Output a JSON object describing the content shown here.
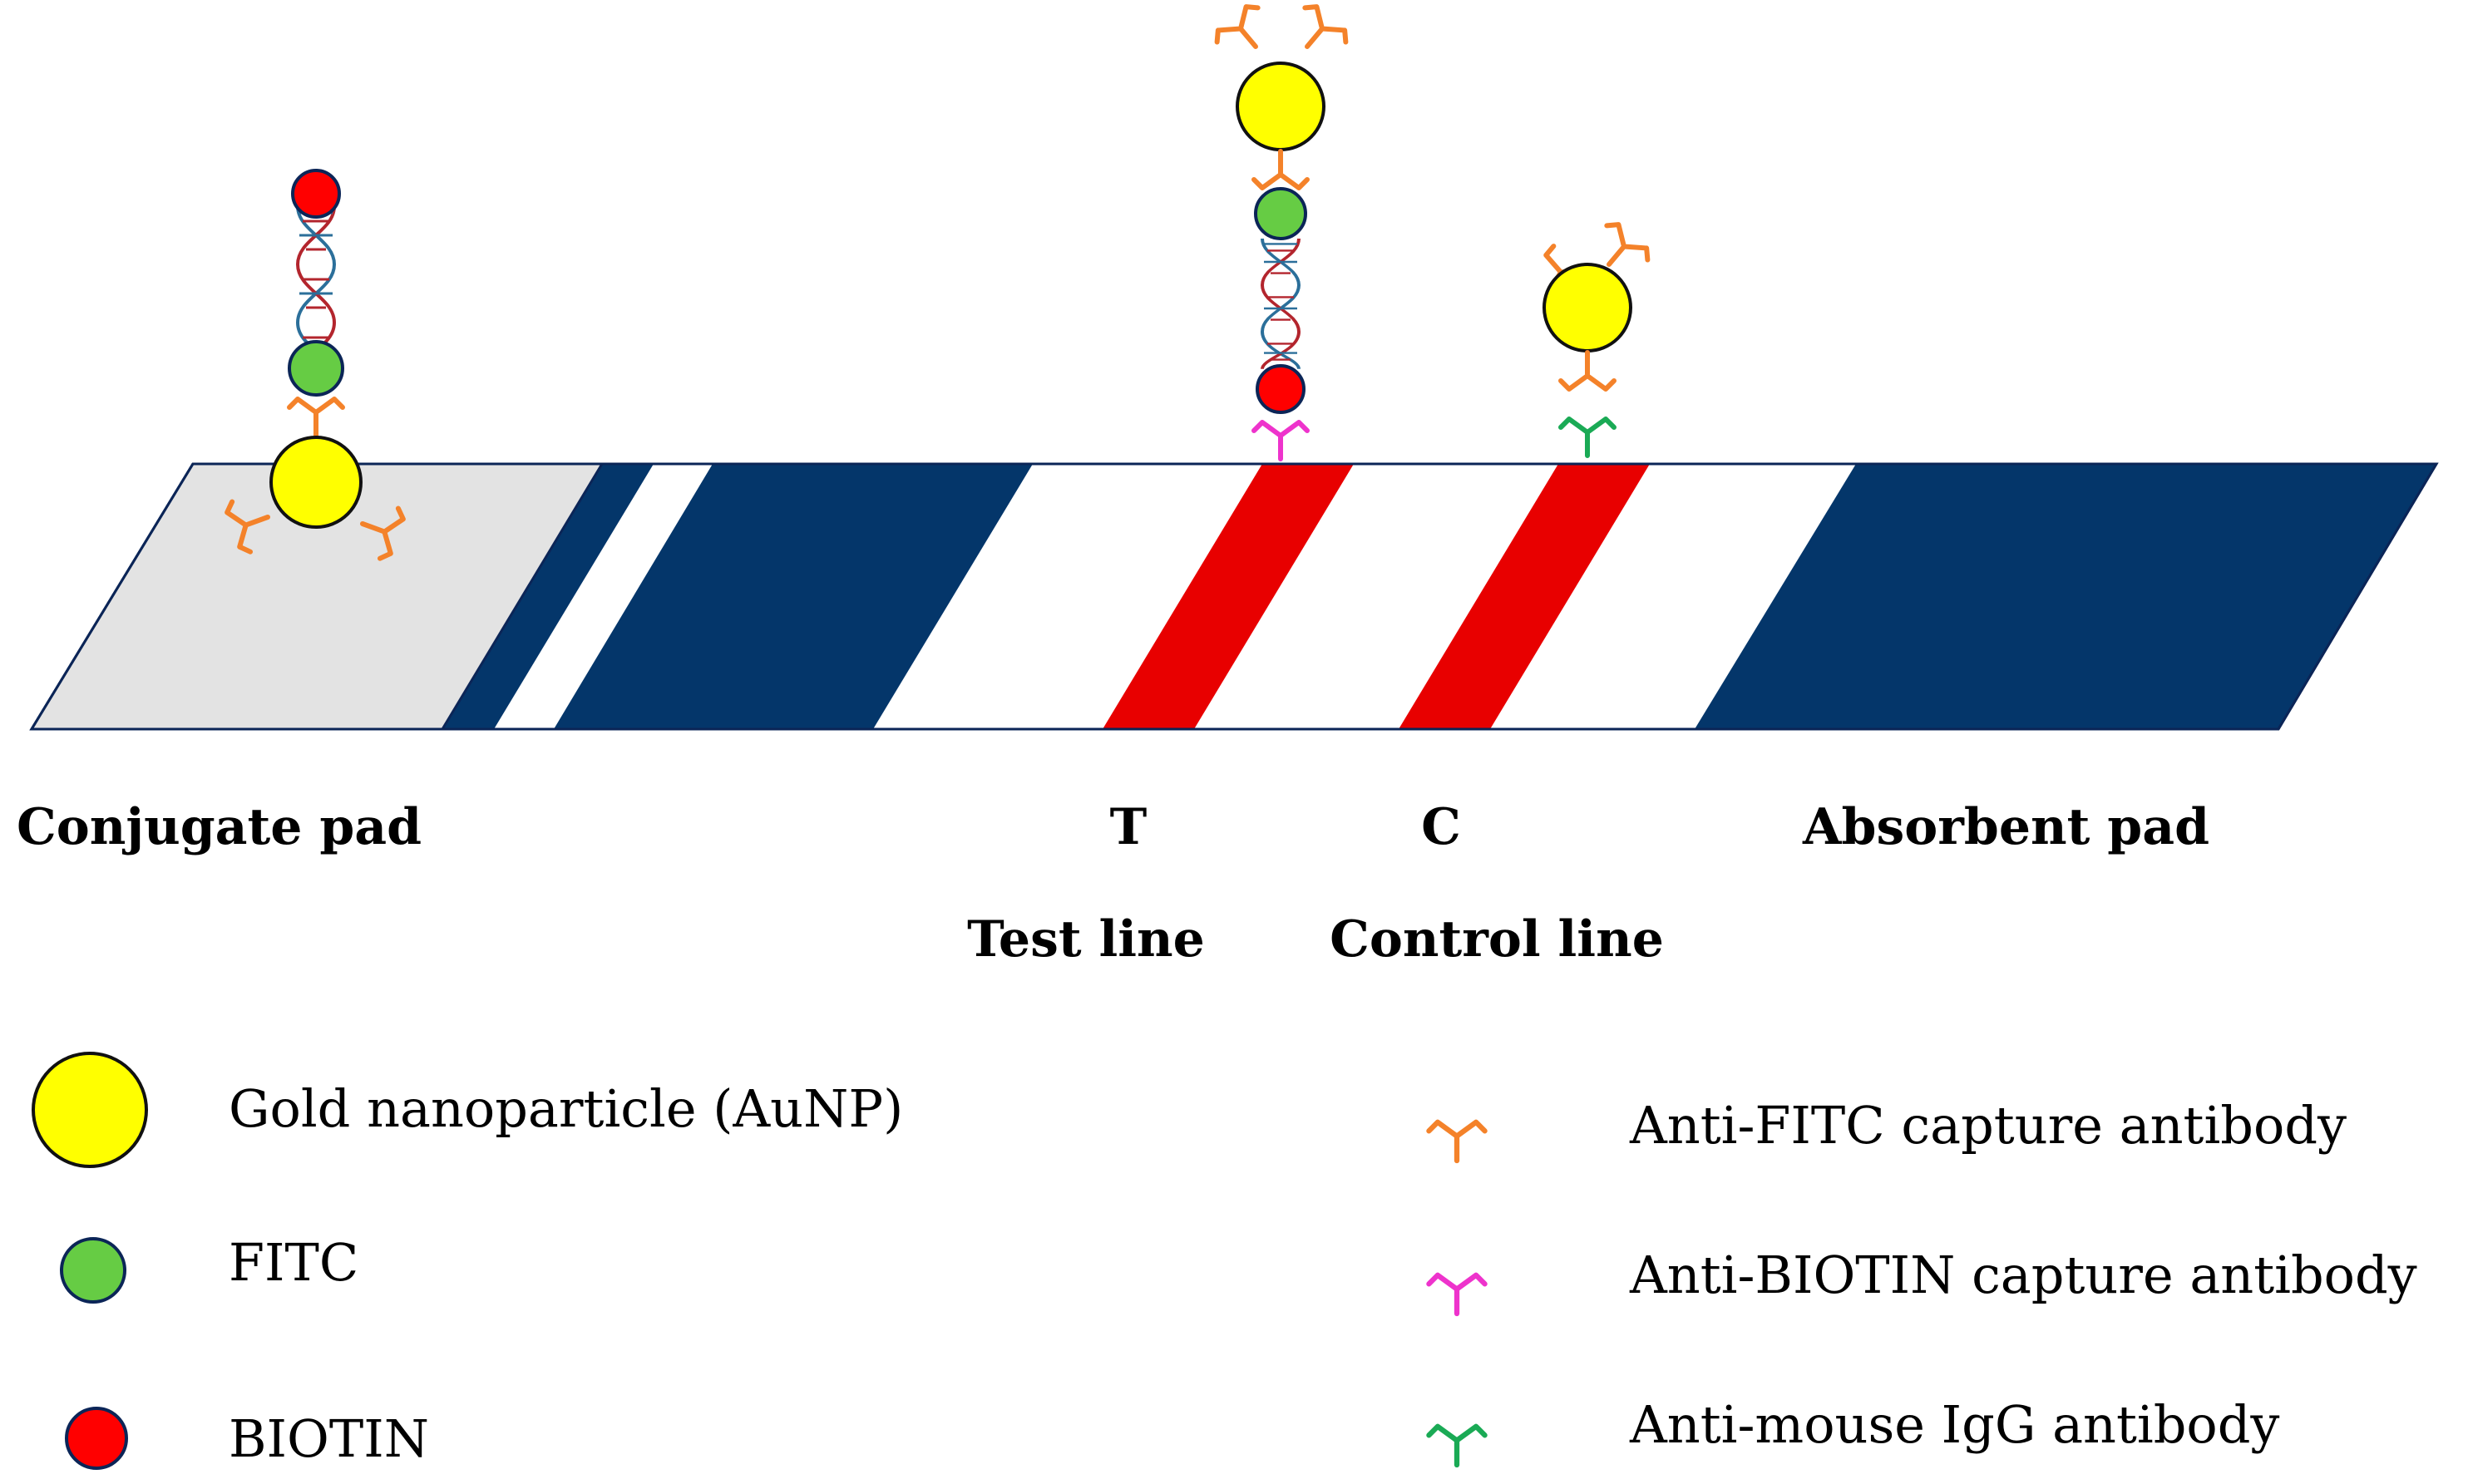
{
  "labels": {
    "conjugate_pad": "Conjugate pad",
    "test_letter": "T",
    "control_letter": "C",
    "absorbent_pad": "Absorbent pad",
    "test_line": "Test line",
    "control_line": "Control line"
  },
  "legend": {
    "gold_nanoparticle": "Gold nanoparticle (AuNP)",
    "fitc": "FITC",
    "biotin": "BIOTIN",
    "anti_fitc_antibody": "Anti-FITC capture antibody",
    "anti_biotin_antibody": "Anti-BIOTIN capture antibody",
    "anti_mouse_igg_antibody": "Anti-mouse IgG antibody"
  },
  "colors": {
    "strip_navy": "#04366a",
    "conjugate_pad": "#e3e3e3",
    "line_red": "#e80000",
    "gold": "#ffff00",
    "fitc_green": "#66cc44",
    "biotin_red": "#ff0000",
    "anti_fitc_orange": "#f4822a",
    "anti_biotin_magenta": "#ee33cc",
    "anti_mouse_green": "#1aaa55",
    "dna_blue": "#2b6f9a",
    "dna_red": "#b3252d",
    "outline_navy": "#0b2557"
  }
}
